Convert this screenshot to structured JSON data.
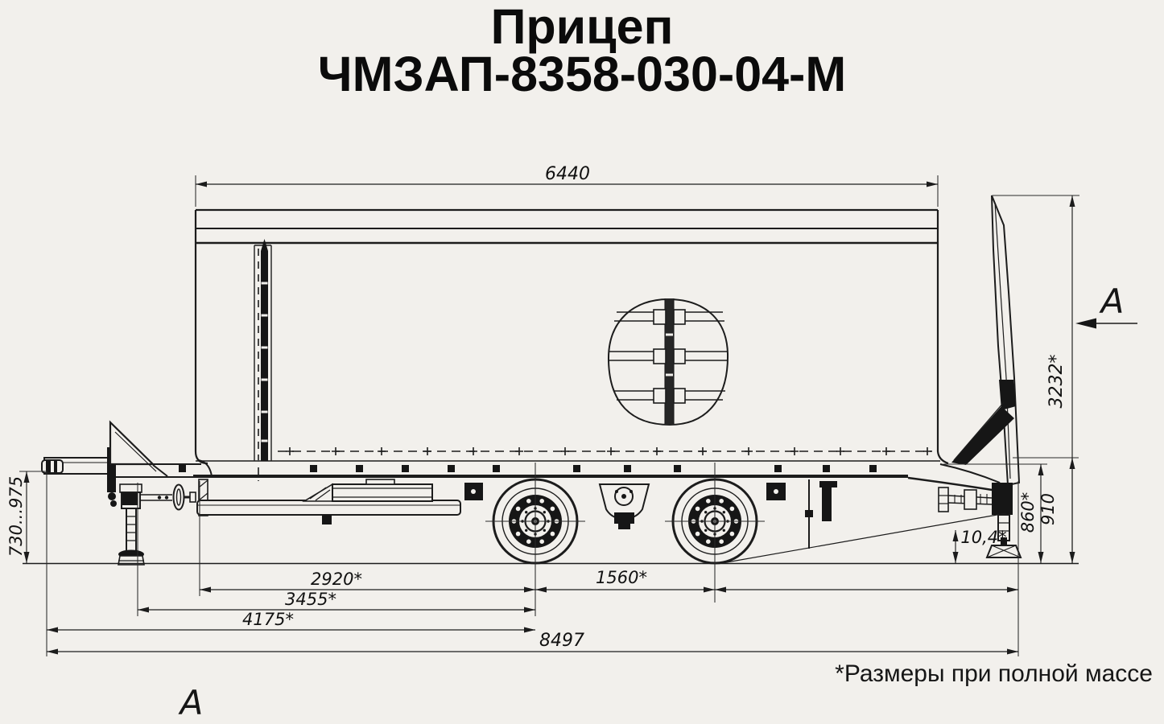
{
  "colors": {
    "ink": "#1c1c1c",
    "paper": "#f2f0ec"
  },
  "title": {
    "line1": "Прицеп",
    "line2": "ЧМЗАП-8358-030-04-М"
  },
  "footnote": "*Размеры при полной массе",
  "view_labels": {
    "section_arrow_right": "А",
    "section_view_bottom": "А"
  },
  "dimensions": {
    "body_length": "6440",
    "overall_height_ramp_up": "3232*",
    "drawbar_eye_height_range": "730...975",
    "platform_front_to_first_axle": "2920*",
    "axle_base": "1560*",
    "front_support_to_first_axle": "3455*",
    "towing_eye_to_first_axle": "4175*",
    "overall_length": "8497",
    "rear_frame_height": "860*",
    "rear_edge_height": "910",
    "loading_angle": "10,4*"
  }
}
